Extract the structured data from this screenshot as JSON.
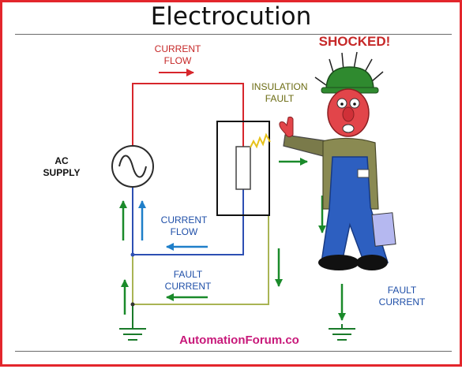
{
  "title": "Electrocution",
  "labels": {
    "shocked": "SHOCKED!",
    "current_flow_top": [
      "CURRENT",
      "FLOW"
    ],
    "insulation_fault": [
      "INSULATION",
      "FAULT"
    ],
    "ac_supply": [
      "AC",
      "SUPPLY"
    ],
    "current_flow_return": [
      "CURRENT",
      "FLOW"
    ],
    "fault_current_left": [
      "FAULT",
      "CURRENT"
    ],
    "fault_current_right": [
      "FAULT",
      "CURRENT"
    ]
  },
  "watermark": "AutomationForum.co",
  "colors": {
    "frame": "#e3262c",
    "live_wire": "#d7262c",
    "neutral_wire": "#2d4fb3",
    "fault_wire": "#a9b454",
    "green_arrows": "#1a8a2a",
    "blue_arrows": "#1f7fc9",
    "label_blue": "#1f4fa8",
    "label_red": "#c62828",
    "watermark": "#c8197a"
  }
}
